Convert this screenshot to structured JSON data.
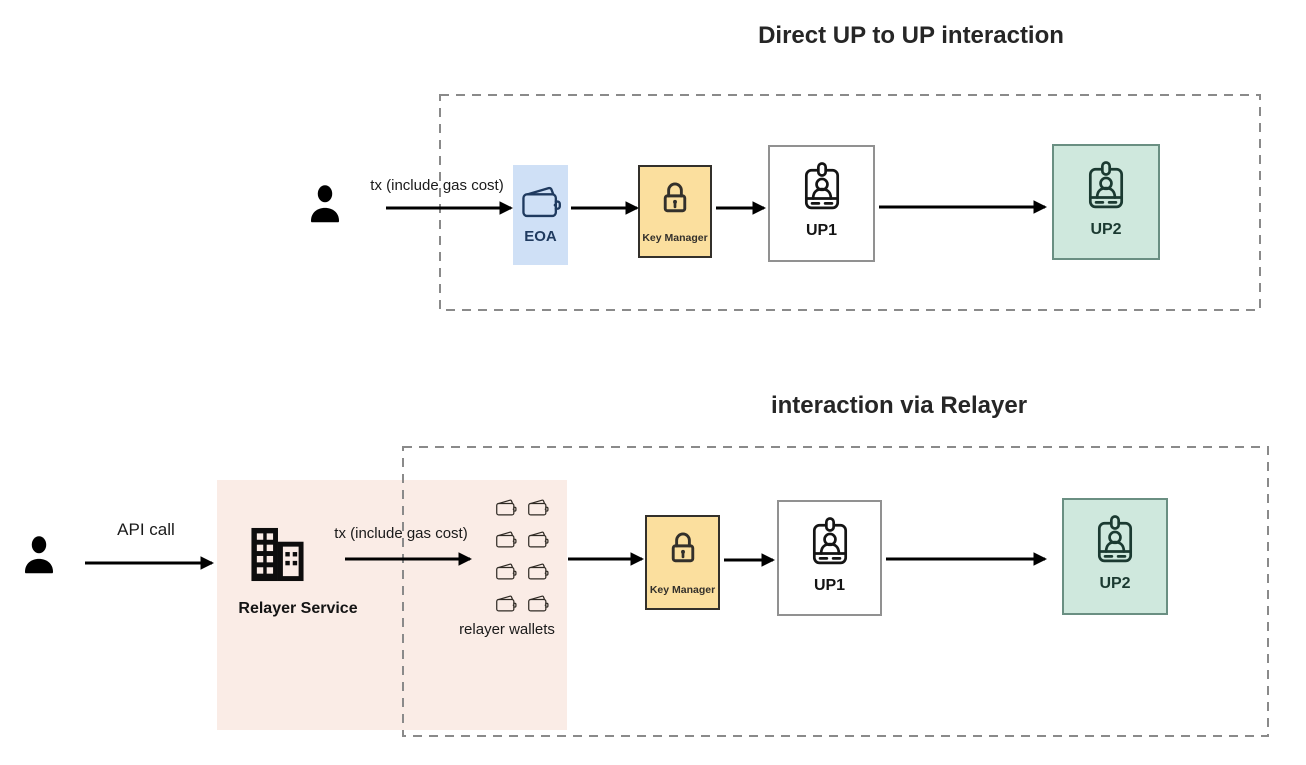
{
  "top": {
    "title": "Direct UP to UP interaction",
    "tx_label": "tx (include gas cost)",
    "eoa": {
      "label": "EOA"
    },
    "key_manager": {
      "label": "Key Manager"
    },
    "up1": {
      "label": "UP1"
    },
    "up2": {
      "label": "UP2"
    }
  },
  "bottom": {
    "title": "interaction via Relayer",
    "api_label": "API call",
    "relayer_service": {
      "label": "Relayer Service"
    },
    "tx_label": "tx (include gas cost)",
    "wallets_label": "relayer wallets",
    "wallet_count": 8,
    "key_manager": {
      "label": "Key Manager"
    },
    "up1": {
      "label": "UP1"
    },
    "up2": {
      "label": "UP2"
    }
  },
  "colors": {
    "eoa_fill": "#cfe0f6",
    "eoa_text": "#1f3a5f",
    "key_manager_fill": "#fbdf9e",
    "key_manager_border": "#33302b",
    "up1_fill": "#ffffff",
    "up1_border": "#919191",
    "up2_fill": "#cfe8dd",
    "up2_border": "#6a8f82",
    "up2_text": "#1b3a31",
    "relayer_region_fill": "#faece6",
    "arrow": "#000000",
    "dashed_border": "#8a8a8a",
    "title_text": "#262626"
  }
}
